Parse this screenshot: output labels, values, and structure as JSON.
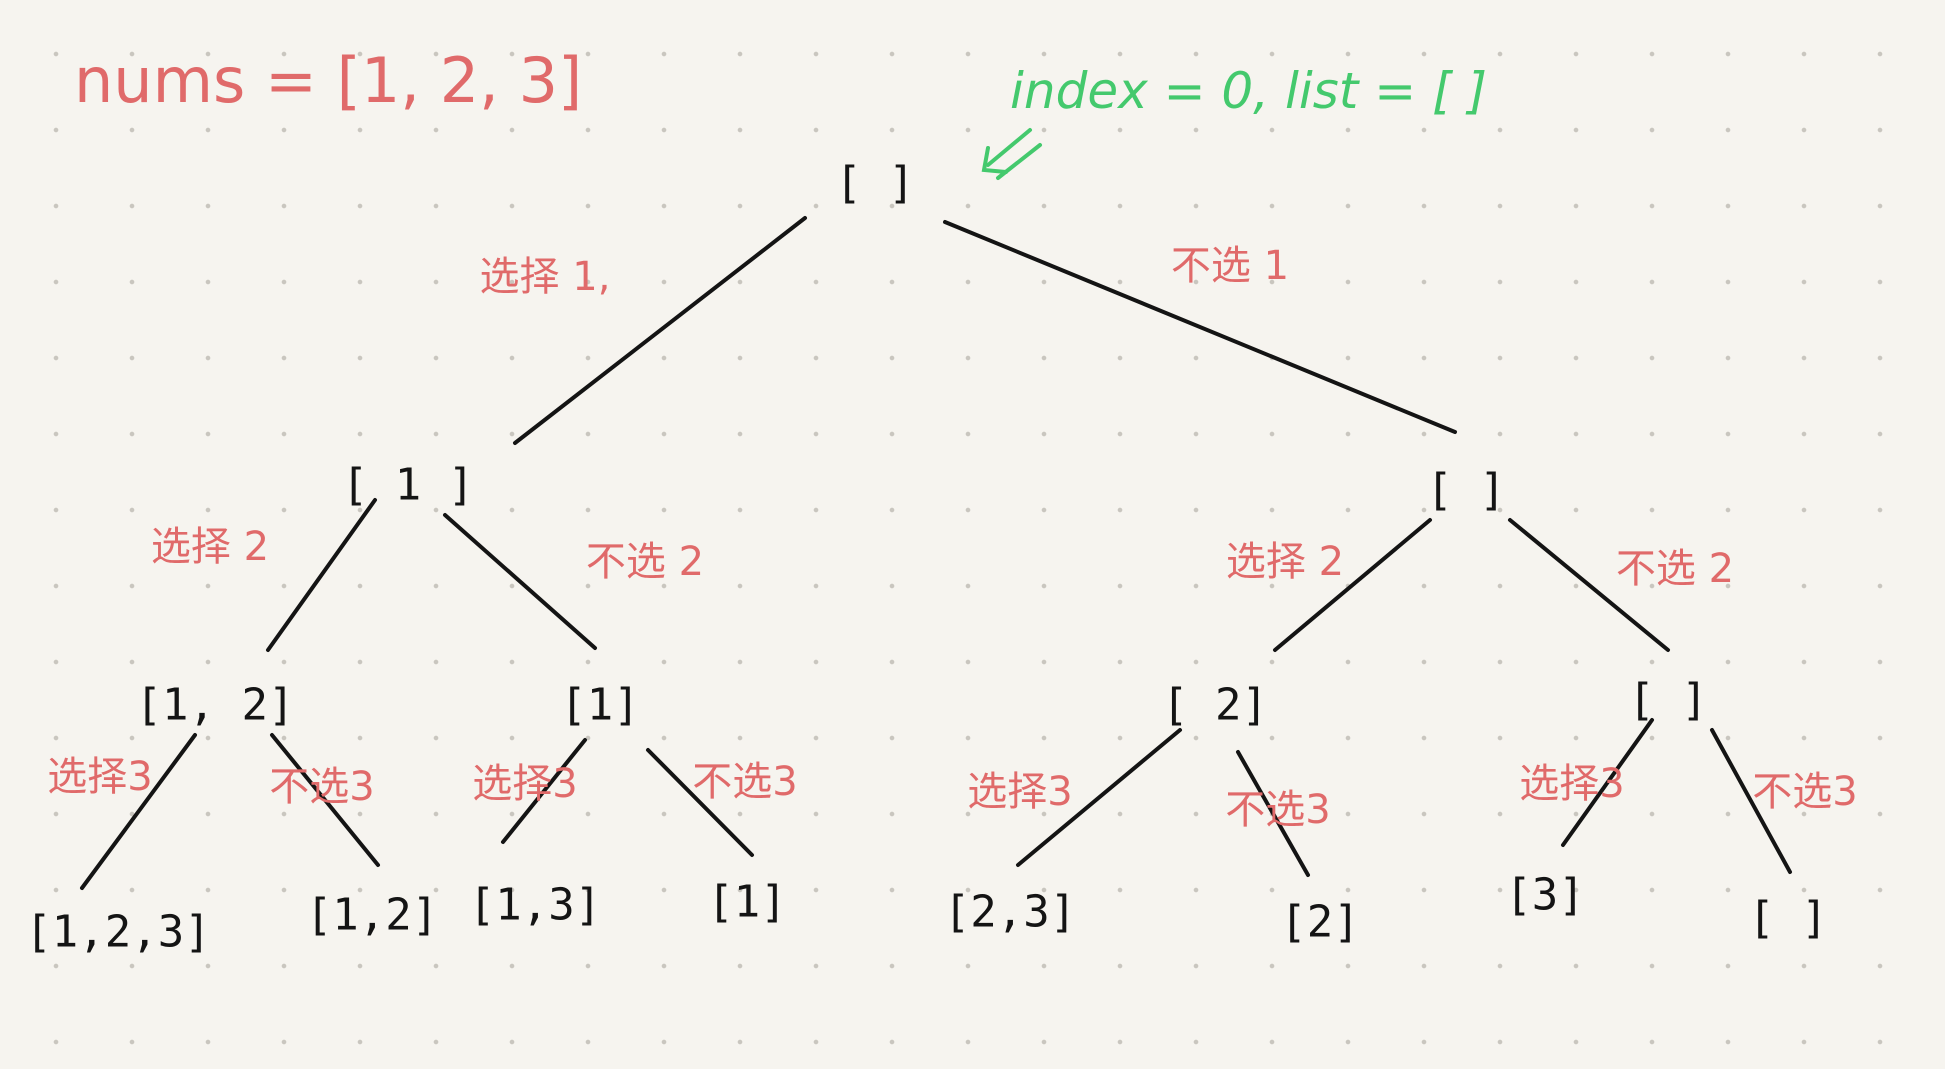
{
  "header": {
    "nums": "nums = [1, 2, 3]",
    "root_note": "index = 0,  list = [ ]"
  },
  "colors": {
    "node": "#141414",
    "label": "#e06a6a",
    "note": "#44c96d",
    "edge": "#141414"
  },
  "nodes": {
    "root": "[    ]",
    "n1": "[ 1 ]",
    "n2": "[  ]",
    "n12": "[1, 2]",
    "n1b": "[1]",
    "n2b": "[ 2]",
    "ne": "[ ]",
    "l123": "[1,2,3]",
    "l12": "[1,2]",
    "l13": "[1,3]",
    "l1": "[1]",
    "l23": "[2,3]",
    "l2": "[2]",
    "l3": "[3]",
    "lempty": "[ ]"
  },
  "labels": {
    "choose1": "选择 1,",
    "skip1": "不选 1",
    "choose2_a": "选择 2",
    "skip2_a": "不选 2",
    "choose2_b": "选择 2",
    "skip2_b": "不选 2",
    "choose3_a": "选择3",
    "skip3_a": "不选3",
    "choose3_b": "选择3",
    "skip3_b": "不选3",
    "choose3_c": "选择3",
    "skip3_c": "不选3",
    "choose3_d": "选择3",
    "skip3_d": "不选3"
  }
}
